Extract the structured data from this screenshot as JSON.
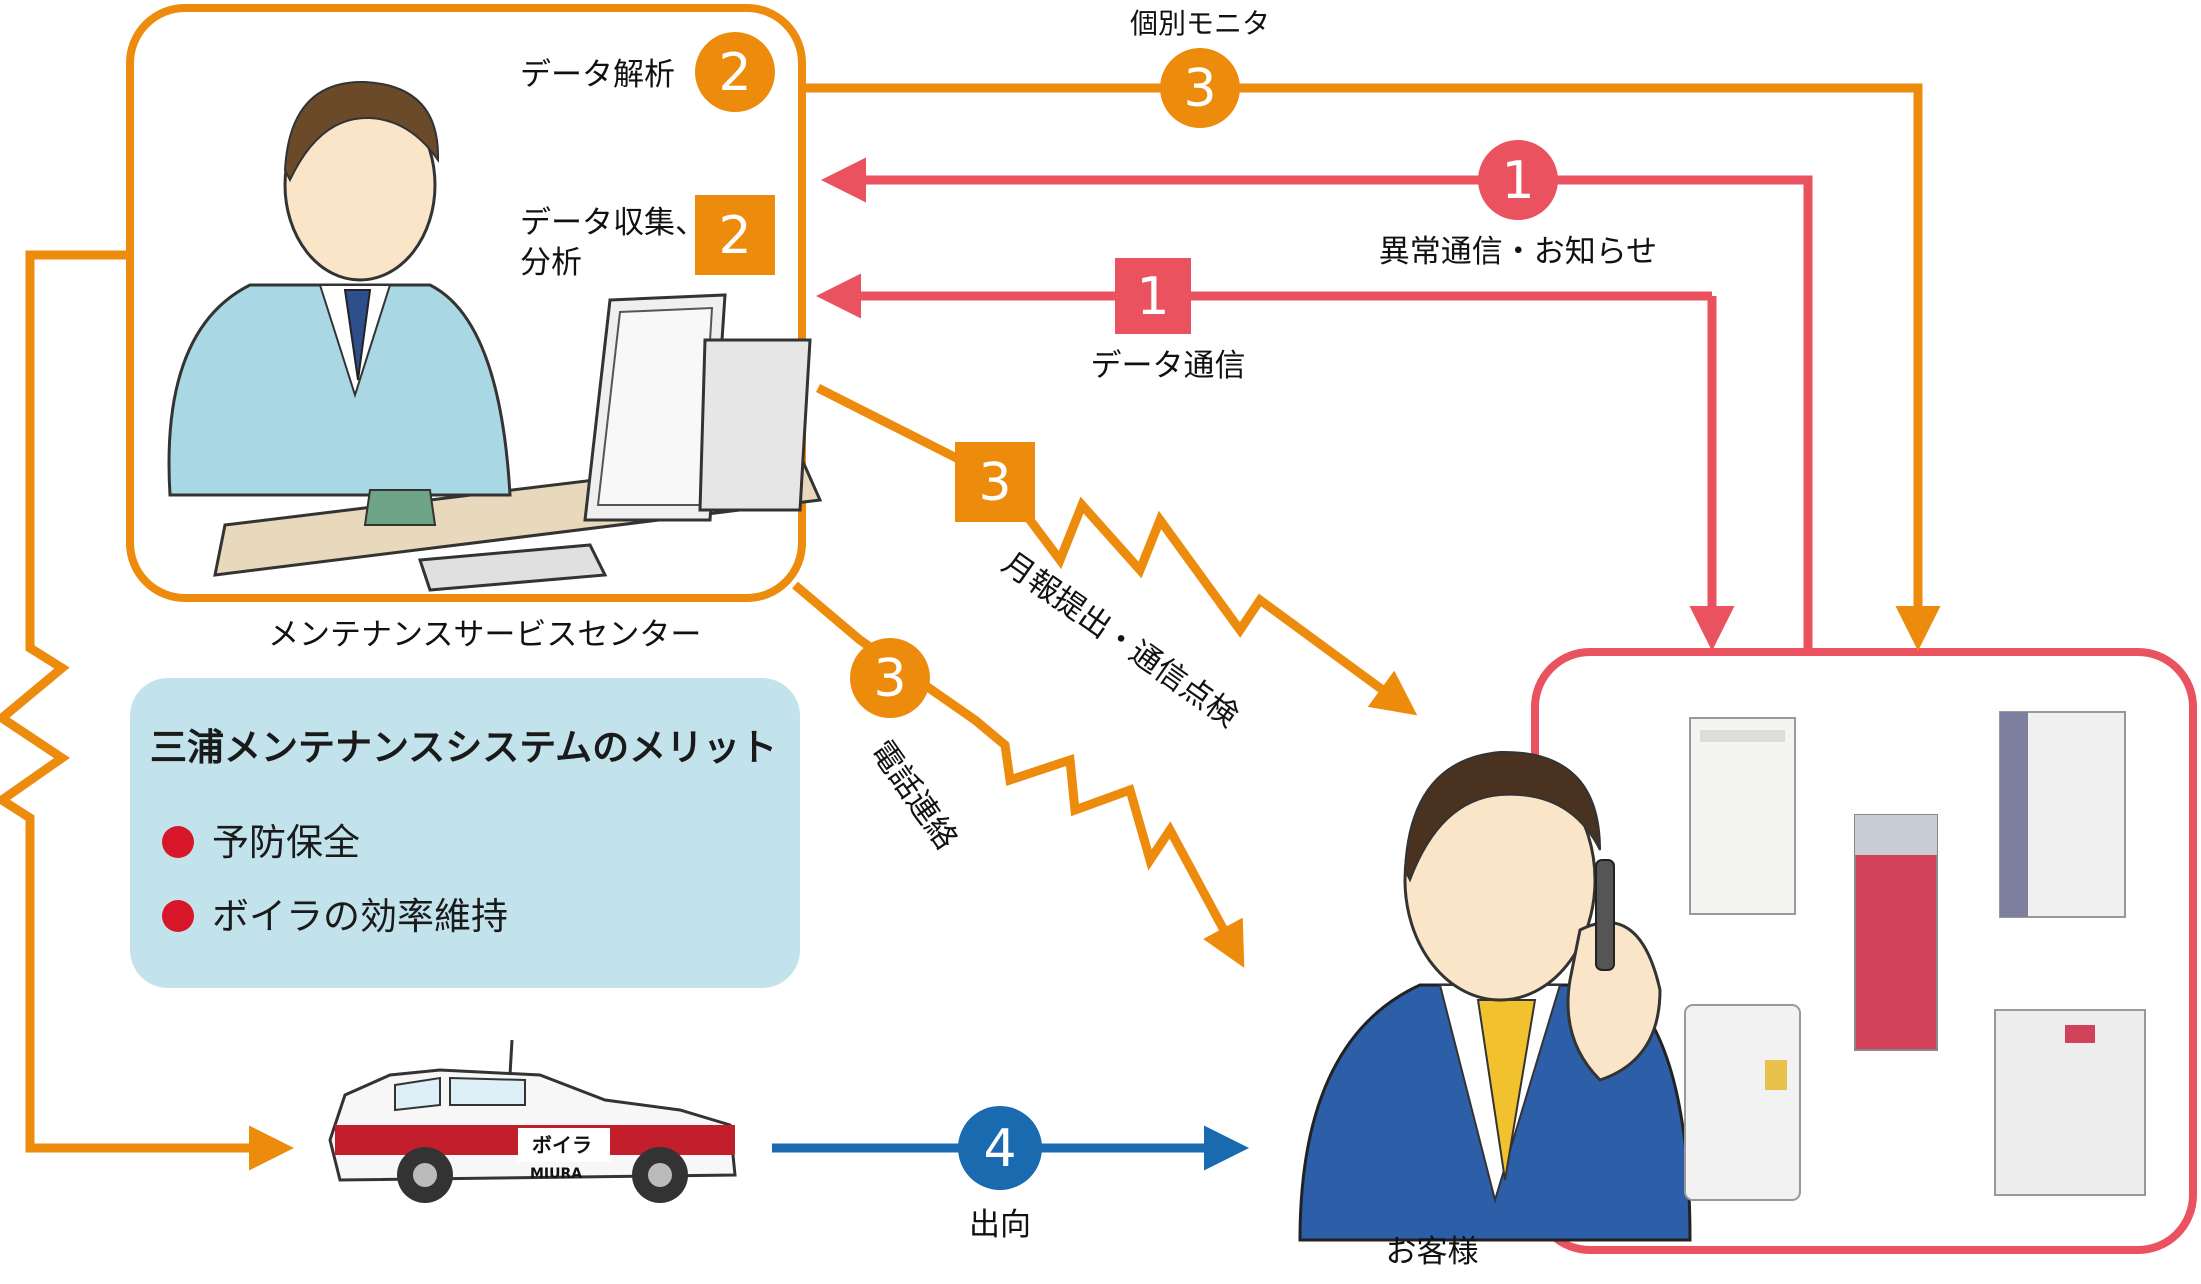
{
  "colors": {
    "orange": "#ED8B0C",
    "pink": "#E9525E",
    "blue": "#1A6AB0",
    "panel_bg": "#C3E3EC",
    "bullet_red": "#D7162A"
  },
  "center": {
    "label": "メンテナンスサービスセンター",
    "step_analysis": {
      "text": "データ解析",
      "number": "2"
    },
    "step_collect": {
      "line1": "データ収集、",
      "line2": "分析",
      "number": "2"
    }
  },
  "customer": {
    "label": "お客様"
  },
  "flows": {
    "individual_monitor": {
      "label": "個別モニタ",
      "number": "3"
    },
    "abnormal_notice": {
      "label": "異常通信・お知らせ",
      "number": "1"
    },
    "data_comm": {
      "label": "データ通信",
      "number": "1"
    },
    "monthly_report": {
      "label": "月報提出・通信点検",
      "number": "3"
    },
    "phone_contact": {
      "label": "電話連絡",
      "number": "3"
    },
    "dispatch": {
      "label": "出向",
      "number": "4"
    }
  },
  "merits": {
    "title": "三浦メンテナンスシステムのメリット",
    "items": [
      "予防保全",
      "ボイラの効率維持"
    ]
  },
  "car": {
    "logo_text": "ボイラ",
    "brand": "MIURA"
  }
}
